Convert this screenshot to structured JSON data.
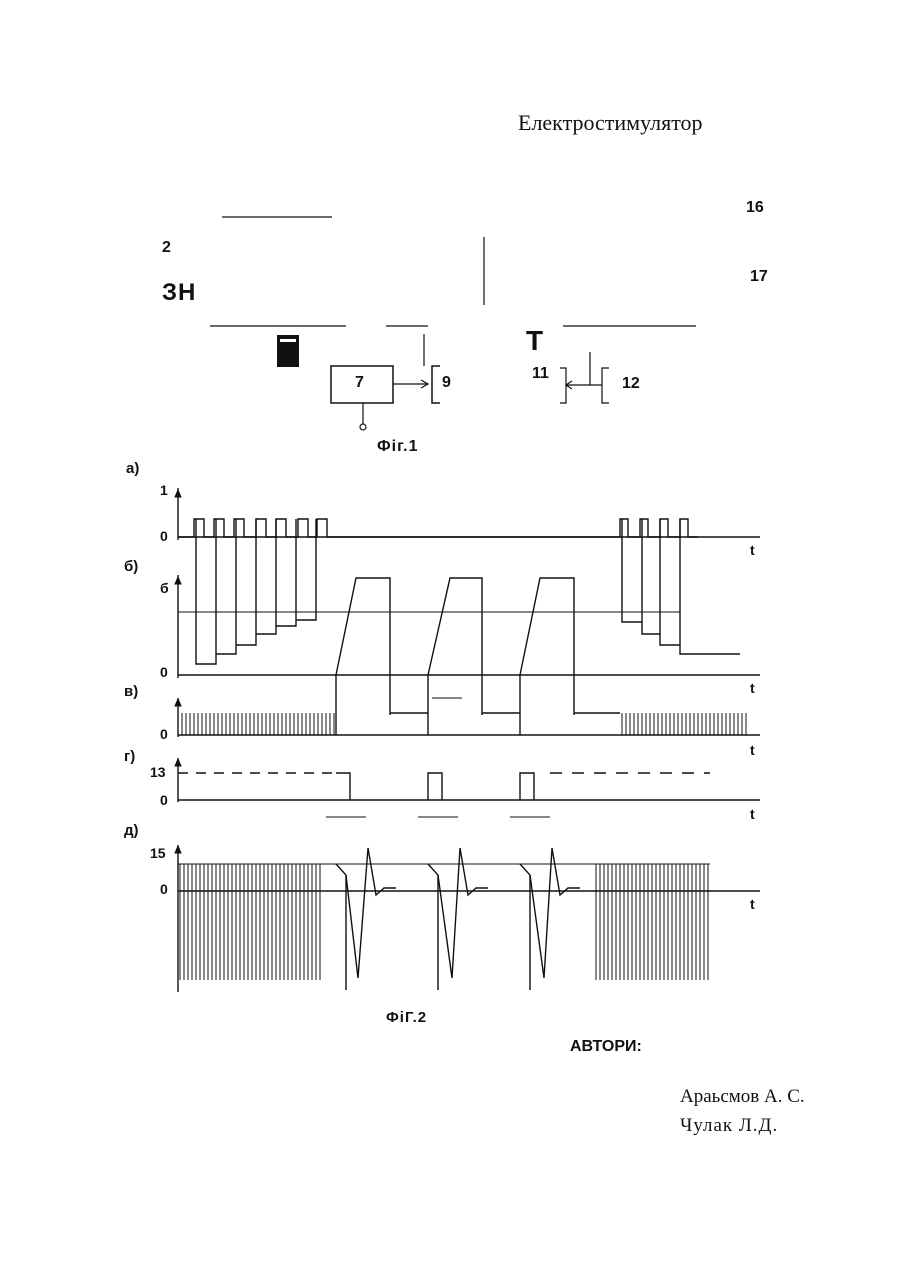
{
  "document": {
    "title": "Електростимулятор",
    "fig1": {
      "labels": [
        "16",
        "2",
        "17",
        "ЗН",
        "Т",
        "7",
        "9",
        "11",
        "12"
      ],
      "caption": "Фіг.1"
    },
    "fig2": {
      "caption": "ФіГ.2",
      "panels": [
        "а)",
        "б)",
        "в)",
        "г)",
        "д)"
      ],
      "time_label": "t",
      "y_labels": {
        "a": [
          "1",
          "0"
        ],
        "b": [
          "б",
          "0"
        ],
        "v": [
          "0"
        ],
        "g": [
          "13",
          "0"
        ],
        "d": [
          "15",
          "0"
        ]
      }
    },
    "authors_heading": "АВТОРИ:",
    "authors": [
      "Араьсмов А. С.",
      "Чулак Л.Д."
    ]
  }
}
